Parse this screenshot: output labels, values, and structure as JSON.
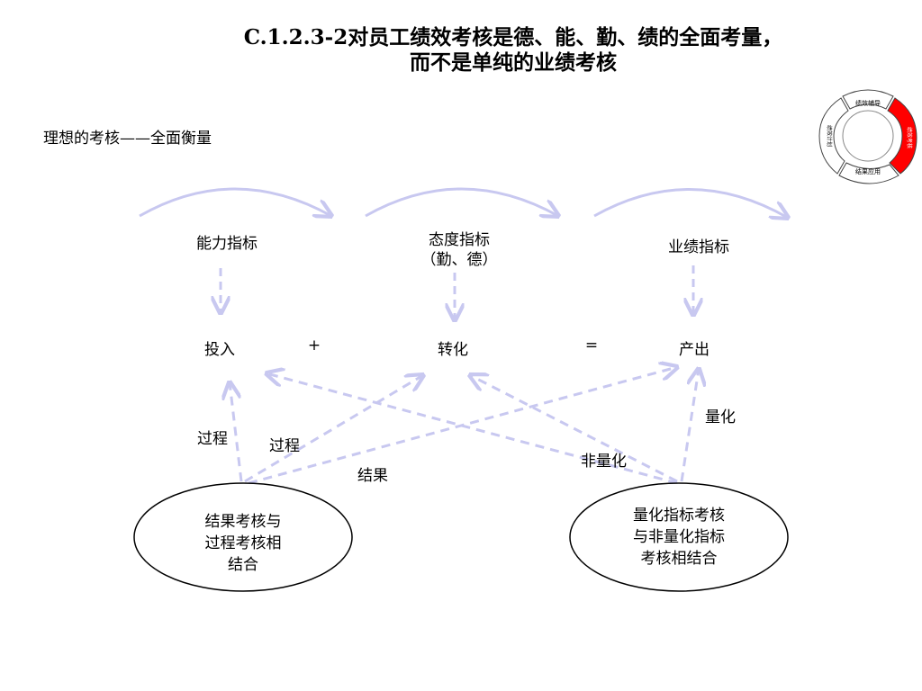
{
  "title": {
    "line1": "C.1.2.3-2对员工绩效考核是德、能、勤、绩的全面考量，",
    "line2": "而不是单纯的业绩考核"
  },
  "subtitle": "理想的考核——全面衡量",
  "indicators": {
    "ability": "能力指标",
    "attitude_line1": "态度指标",
    "attitude_line2": "（勤、德）",
    "performance": "业绩指标"
  },
  "flow": {
    "input": "投入",
    "plus": "+",
    "transform": "转化",
    "equals": "=",
    "output": "产出"
  },
  "arrow_labels": {
    "process_left": "过程",
    "process_mid": "过程",
    "result": "结果",
    "non_quantified": "非量化",
    "quantified": "量化"
  },
  "ovals": {
    "left": [
      "结果考核与",
      "过程考核相",
      "结合"
    ],
    "right": [
      "量化指标考核",
      "与非量化指标",
      "考核相结合"
    ]
  },
  "cycle": {
    "top": "绩效辅导",
    "right": "绩效考核",
    "bottom": "结果应用",
    "left": "绩效计划",
    "highlight_color": "#ff0000"
  },
  "colors": {
    "arrow": "#c8c8f0"
  }
}
